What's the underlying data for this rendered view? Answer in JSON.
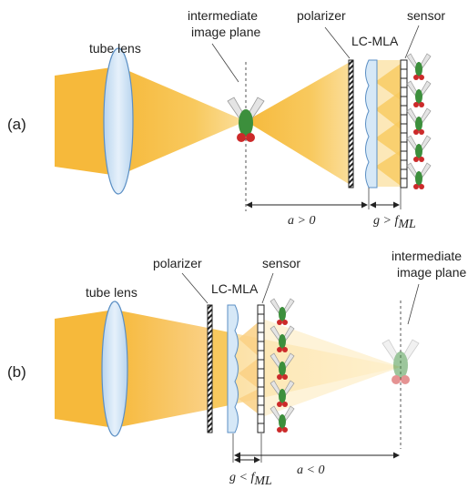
{
  "panels": {
    "a": {
      "panel_label": "(a)",
      "tube_lens": "tube lens",
      "intermediate_line1": "intermediate",
      "intermediate_line2": "image plane",
      "polarizer": "polarizer",
      "lc_mla": "LC-MLA",
      "sensor": "sensor",
      "dist_a": "a > 0",
      "dist_g": "g > f",
      "dist_g_sub": "ML"
    },
    "b": {
      "panel_label": "(b)",
      "tube_lens": "tube lens",
      "polarizer": "polarizer",
      "lc_mla": "LC-MLA",
      "sensor": "sensor",
      "intermediate_line1": "intermediate",
      "intermediate_line2": "image plane",
      "dist_a": "a < 0",
      "dist_g": "g < f",
      "dist_g_sub": "ML"
    }
  },
  "colors": {
    "beam": "#f6b93b",
    "beam_light": "#fde9b8",
    "lens_fill": "#cfe3f5",
    "lens_stroke": "#5b8fc4",
    "fly_body": "#3c8f3c",
    "fly_eye": "#cc2a2a",
    "fly_wing": "#d8d8d8"
  }
}
